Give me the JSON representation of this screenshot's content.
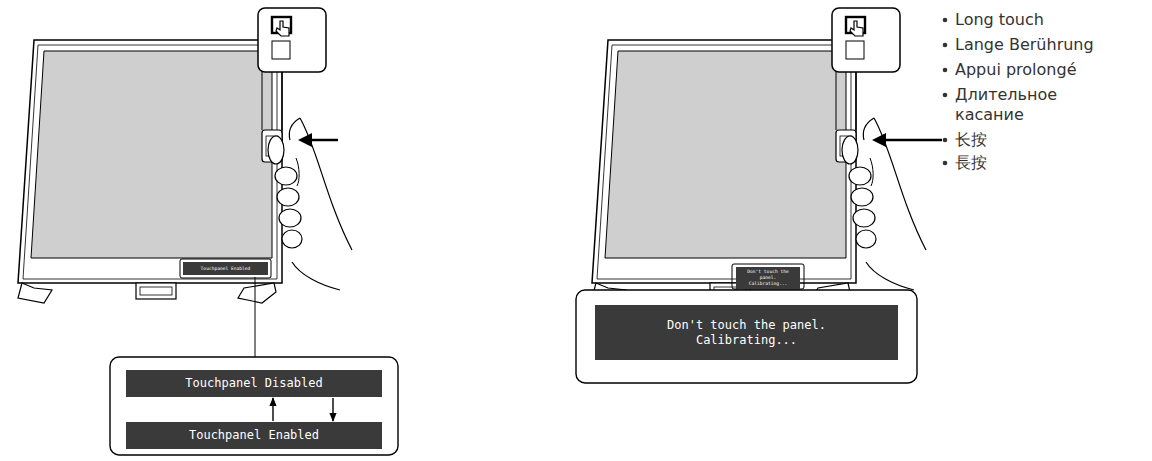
{
  "diagram": {
    "nodes": [
      {
        "text": [
          "Touchpanel Enabled"
        ]
      },
      {
        "text": [
          "Touchpanel Disabled"
        ]
      },
      {
        "text": [
          "Touchpanel Enabled"
        ]
      },
      {
        "text": [
          "Don't touch the panel. Calibrating..."
        ]
      },
      {
        "text": [
          "Don't touch the panel. Calibrating..."
        ]
      }
    ],
    "edges": [
      {
        "from": 2,
        "to": 1,
        "arrow": "to"
      },
      {
        "from": 1,
        "to": 2,
        "arrow": "to"
      }
    ],
    "labels": [
      "Long touch",
      "Lange Berührung",
      "Appui prolongé",
      "Длительное касание",
      "长按",
      "長按"
    ]
  }
}
